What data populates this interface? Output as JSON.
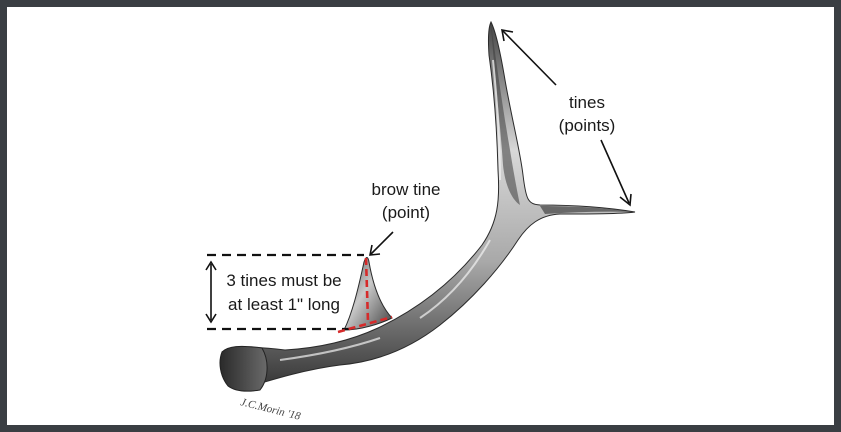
{
  "labels": {
    "tines_line1": "tines",
    "tines_line2": "(points)",
    "brow_line1": "brow tine",
    "brow_line2": "(point)",
    "rule_line1": "3 tines must be",
    "rule_line2": "at least 1\" long"
  },
  "signature": "J.C.Morin '18",
  "colors": {
    "frame": "#3a3e43",
    "background": "#ffffff",
    "arrow": "#111111",
    "dashed_measure": "#111111",
    "brow_measure": "#d62a2a"
  }
}
